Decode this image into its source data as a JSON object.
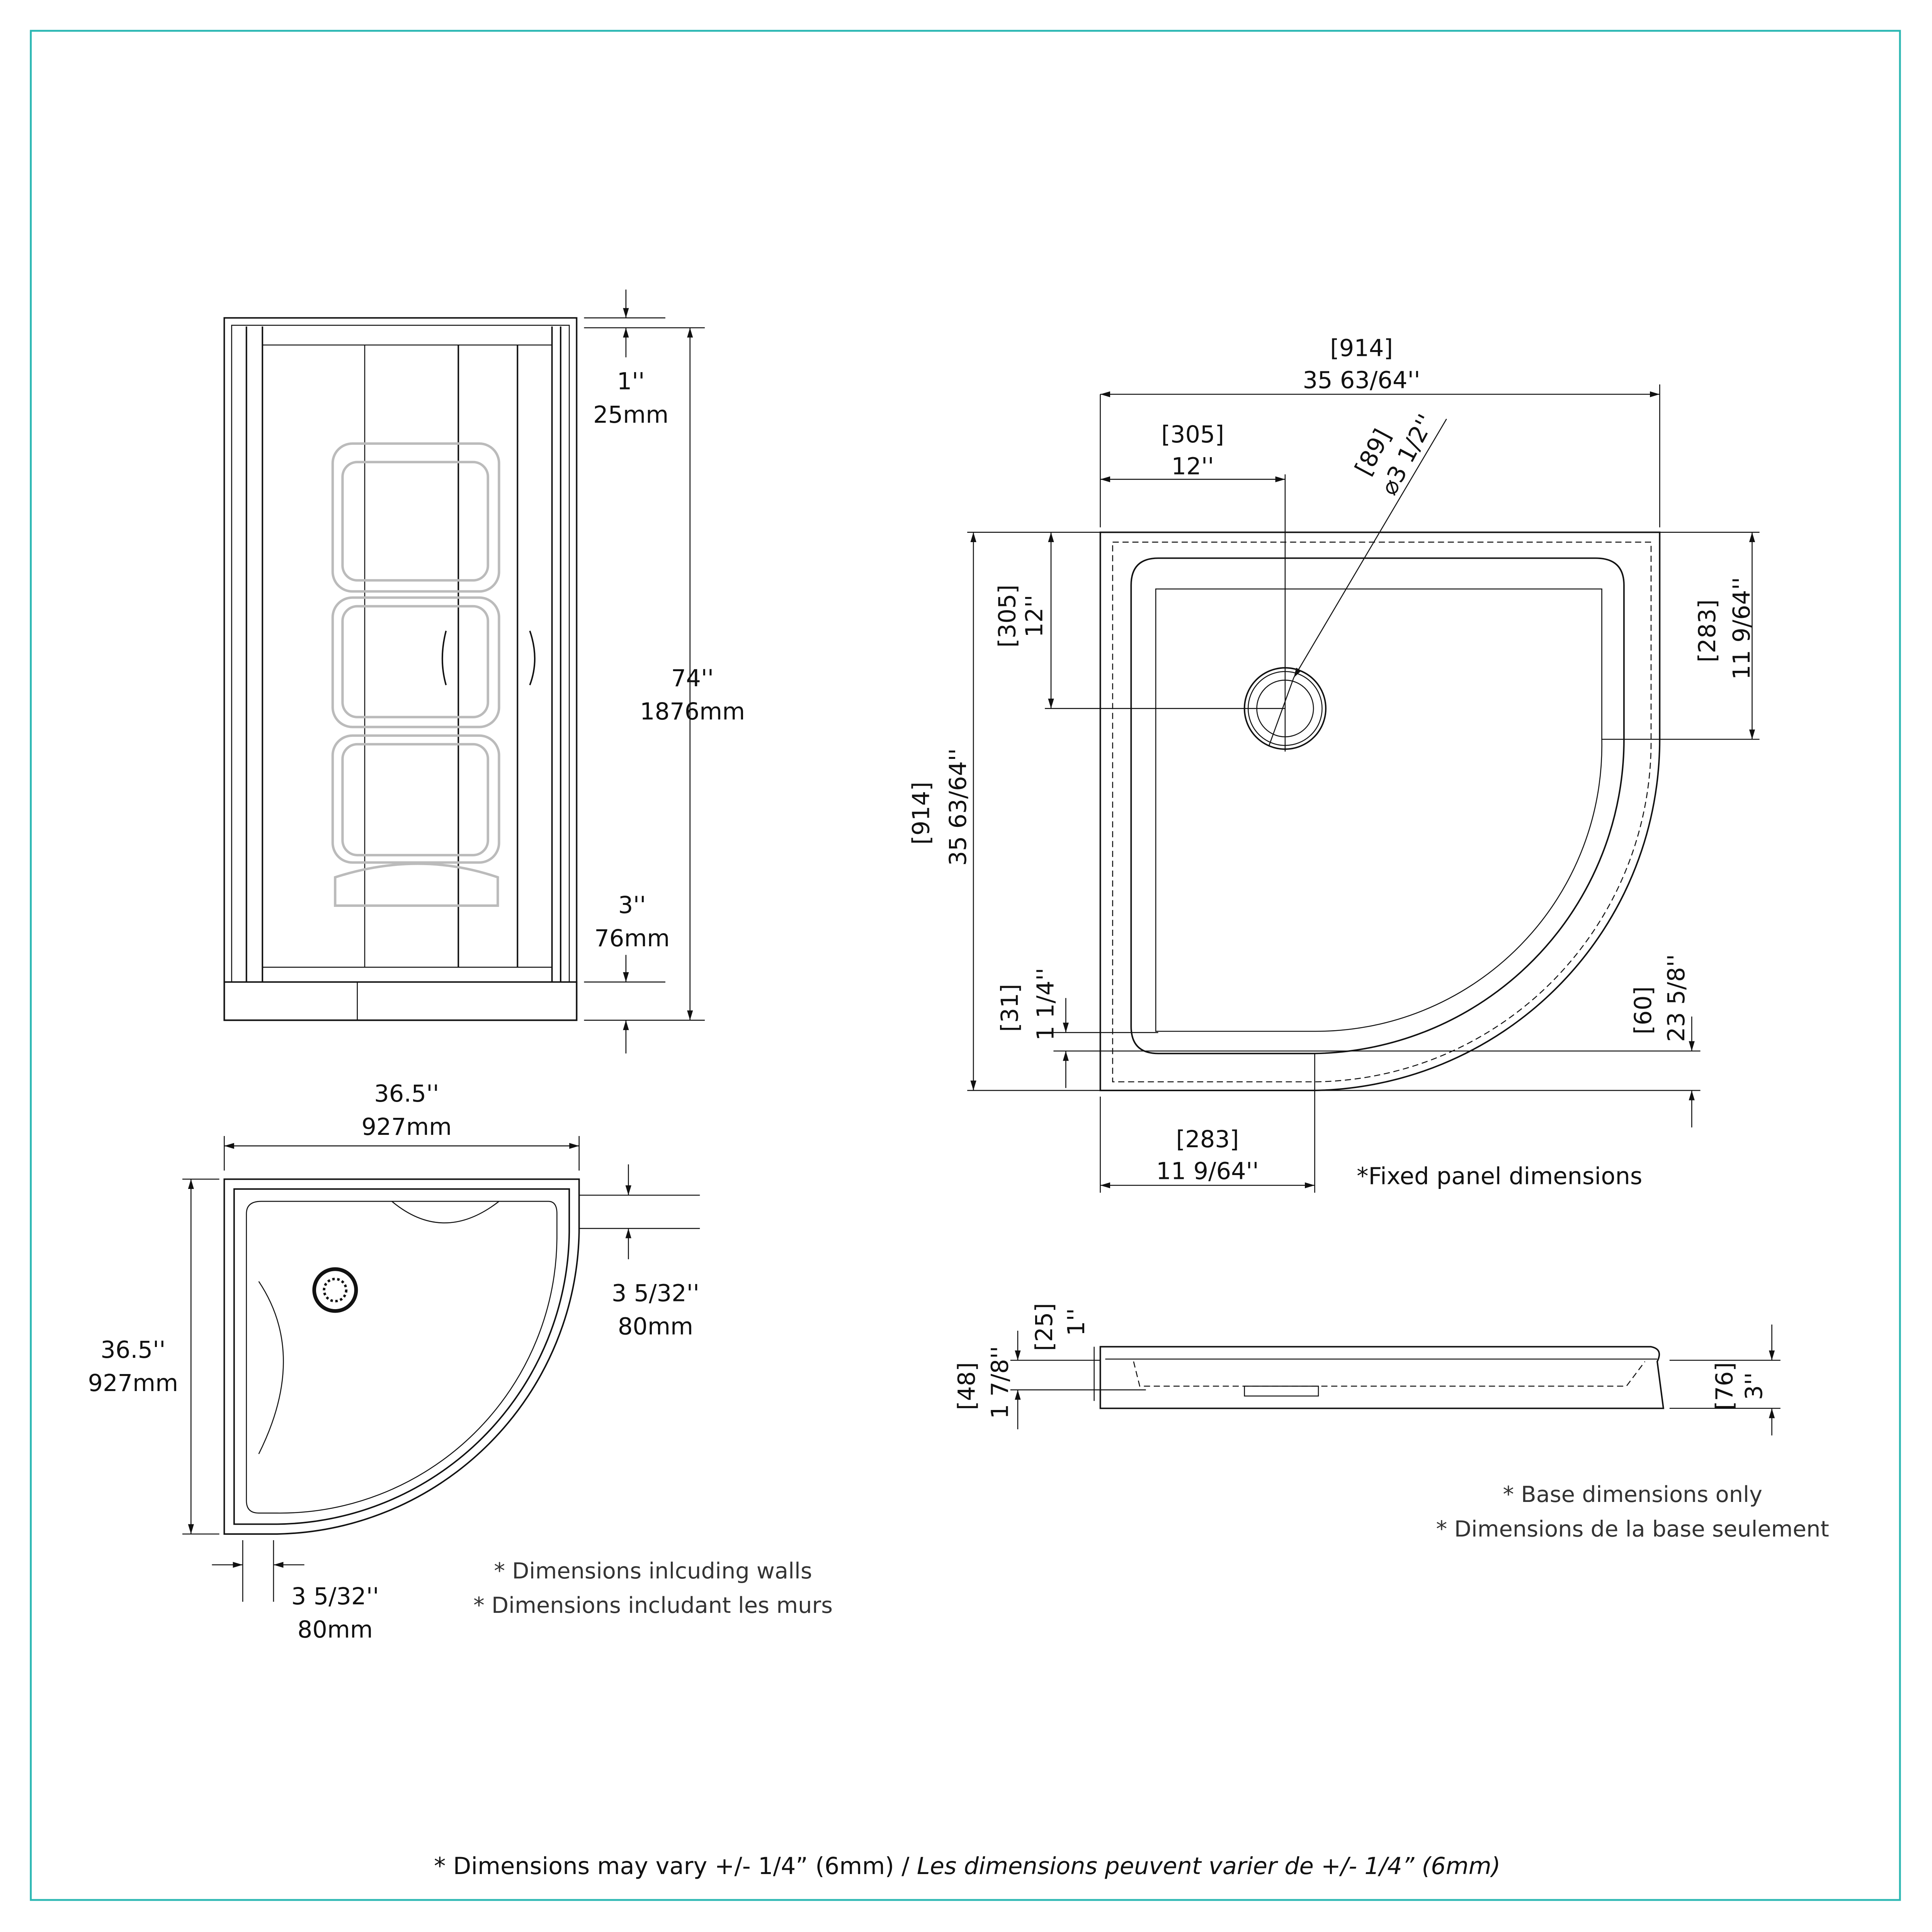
{
  "colors": {
    "border": "#2bb7b3",
    "line": "#111111"
  },
  "front_view": {
    "top_in": "1''",
    "top_mm": "25mm",
    "height_in": "74''",
    "height_mm": "1876mm",
    "base_in": "3''",
    "base_mm": "76mm"
  },
  "top_view": {
    "width_in": "36.5''",
    "width_mm": "927mm",
    "depth_in": "36.5''",
    "depth_mm": "927mm",
    "wall_right_in": "3 5/32''",
    "wall_right_mm": "80mm",
    "wall_bottom_in": "3 5/32''",
    "wall_bottom_mm": "80mm",
    "note_en": "* Dimensions inlcuding walls",
    "note_fr": "* Dimensions includant les murs"
  },
  "base_plan": {
    "width_mm": "[914]",
    "width_in": "35 63/64''",
    "drain_x_mm": "[305]",
    "drain_x_in": "12''",
    "drain_dia_mm": "[89]",
    "drain_dia_in": "⌀3 1/2''",
    "drain_y_mm": "[305]",
    "drain_y_in": "12''",
    "depth_mm": "[914]",
    "depth_in": "35 63/64''",
    "right_mm": "[283]",
    "right_in": "11 9/64''",
    "step_mm": "[31]",
    "step_in": "1 1/4''",
    "curb_mm": "[60]",
    "curb_in": "23 5/8''",
    "bottom_mm": "[283]",
    "bottom_in": "11 9/64''",
    "note": "*Fixed panel dimensions"
  },
  "base_profile": {
    "lip_mm": "[25]",
    "lip_in": "1''",
    "floor_mm": "[48]",
    "floor_in": "1 7/8''",
    "height_mm": "[76]",
    "height_in": "3''",
    "note_en": "* Base dimensions only",
    "note_fr": "* Dimensions de la base seulement"
  },
  "footer": {
    "en": "* Dimensions may vary +/- 1/4” (6mm) / ",
    "fr": "Les dimensions peuvent varier de +/- 1/4” (6mm)"
  }
}
